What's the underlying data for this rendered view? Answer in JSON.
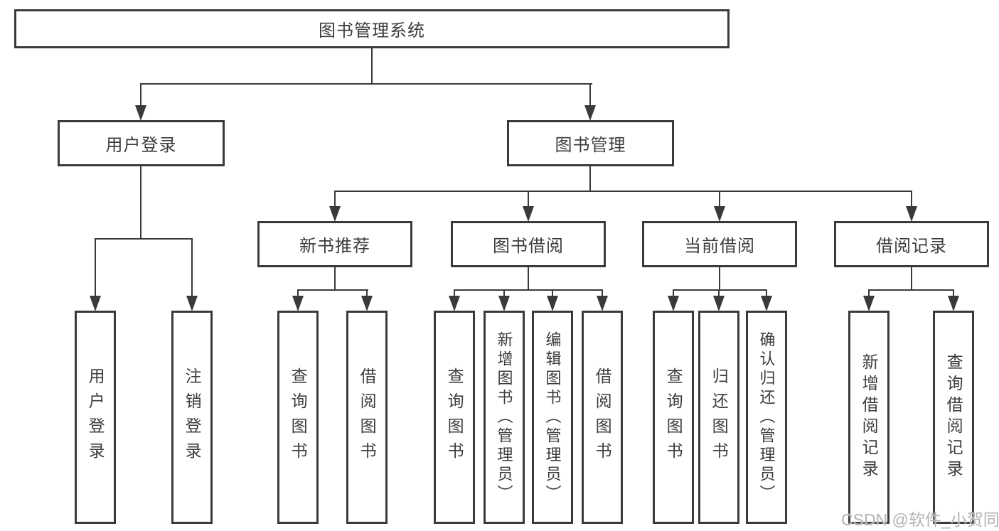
{
  "diagram": {
    "root": {
      "label": "图书管理系统"
    },
    "branches": [
      {
        "label": "用户登录",
        "children": [
          {
            "label": "用户登录"
          },
          {
            "label": "注销登录"
          }
        ]
      },
      {
        "label": "图书管理",
        "children": [
          {
            "label": "新书推荐",
            "children": [
              {
                "label": "查询图书"
              },
              {
                "label": "借阅图书"
              }
            ]
          },
          {
            "label": "图书借阅",
            "children": [
              {
                "label": "查询图书"
              },
              {
                "label": "新增图书（管理员）"
              },
              {
                "label": "编辑图书（管理员）"
              },
              {
                "label": "借阅图书"
              }
            ]
          },
          {
            "label": "当前借阅",
            "children": [
              {
                "label": "查询图书"
              },
              {
                "label": "归还图书"
              },
              {
                "label": "确认归还（管理员）"
              }
            ]
          },
          {
            "label": "借阅记录",
            "children": [
              {
                "label": "新增借阅记录"
              },
              {
                "label": "查询借阅记录"
              }
            ]
          }
        ]
      }
    ],
    "colors": {
      "line": "#3a3a3a",
      "text": "#3c3c3c",
      "box_background": "#ffffff",
      "watermark": "#b2b2b2"
    }
  },
  "watermark": {
    "text": "CSDN @软件_小贺同学"
  }
}
